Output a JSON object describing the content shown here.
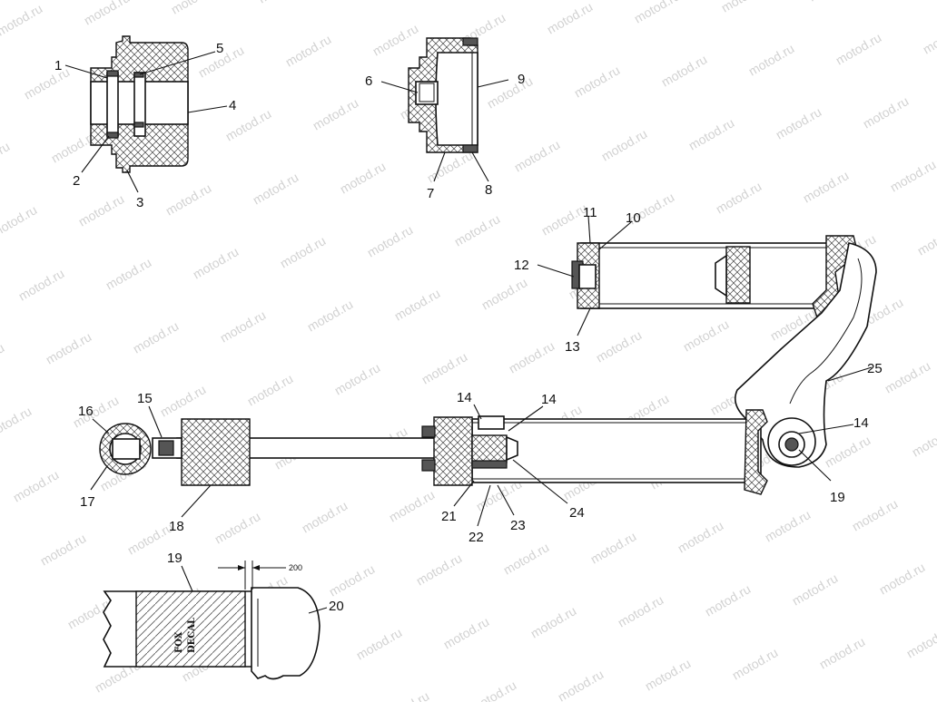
{
  "watermark": "motod.ru",
  "callouts": {
    "c1": "1",
    "c2": "2",
    "c3": "3",
    "c4": "4",
    "c5": "5",
    "c6": "6",
    "c7": "7",
    "c8": "8",
    "c9": "9",
    "c10": "10",
    "c11": "11",
    "c12": "12",
    "c13": "13",
    "c14a": "14",
    "c14b": "14",
    "c14c": "14",
    "c15": "15",
    "c16": "16",
    "c17": "17",
    "c18": "18",
    "c19a": "19",
    "c19b": "19",
    "c20": "20",
    "c21": "21",
    "c22": "22",
    "c23": "23",
    "c24": "24",
    "c25": "25"
  },
  "dimension": "200",
  "decal": {
    "line1": "FOX",
    "line2": "DECAL"
  }
}
